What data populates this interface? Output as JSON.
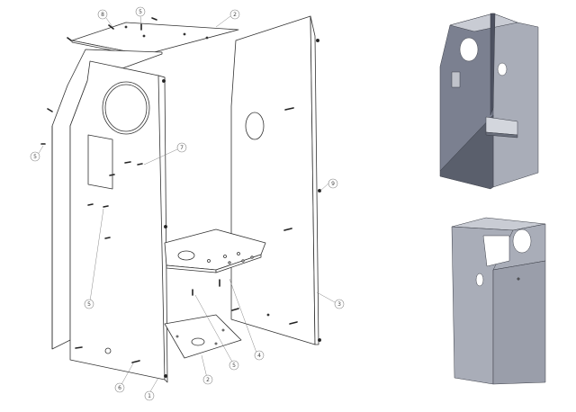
{
  "balloons": [
    {
      "id": "b1",
      "label": "8"
    },
    {
      "id": "b2",
      "label": "5"
    },
    {
      "id": "b3",
      "label": "2"
    },
    {
      "id": "b4",
      "label": "5"
    },
    {
      "id": "b5",
      "label": "7"
    },
    {
      "id": "b6",
      "label": "9"
    },
    {
      "id": "b7",
      "label": "5"
    },
    {
      "id": "b8",
      "label": "3"
    },
    {
      "id": "b9",
      "label": "4"
    },
    {
      "id": "b10",
      "label": "5"
    },
    {
      "id": "b11",
      "label": "2"
    },
    {
      "id": "b12",
      "label": "6"
    },
    {
      "id": "b13",
      "label": "1"
    }
  ],
  "colors": {
    "line": "#333333",
    "leader": "#999999",
    "shade_dark": "#5a5f6c",
    "shade_mid": "#7b8090",
    "shade_light": "#a9adb8",
    "shade_top": "#c9ccd4"
  }
}
